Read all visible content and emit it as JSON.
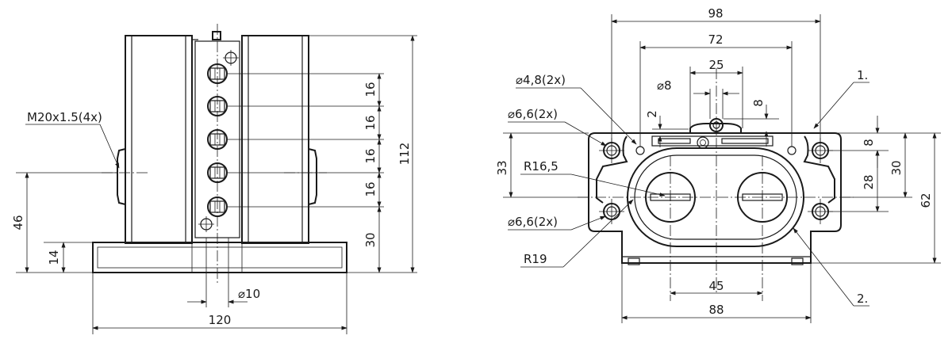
{
  "colors": {
    "ink": "#1a1a1a",
    "background": "#ffffff"
  },
  "side_view": {
    "thread_label": "M20x1.5(4x)",
    "dims": {
      "pitch_1": "16",
      "pitch_2": "16",
      "pitch_3": "16",
      "pitch_4": "16",
      "base_to_first": "30",
      "height_total": "112",
      "axis_height": "46",
      "base_height": "14",
      "roller_dia": "⌀10",
      "width_total": "120"
    }
  },
  "front_view": {
    "dims": {
      "outer_width": "98",
      "inner_width": "72",
      "cam_width": "25",
      "pin_dia": "⌀8",
      "pin_height": "8",
      "gap": "2",
      "hole_small": "⌀4,8(2x)",
      "hole_upper": "⌀6,6(2x)",
      "hole_lower": "⌀6,6(2x)",
      "radius_inner": "R16,5",
      "radius_outer": "R19",
      "height_33": "33",
      "height_8": "8",
      "height_28": "28",
      "height_30": "30",
      "height_62": "62",
      "center_dist": "45",
      "base_width": "88"
    },
    "callouts": {
      "item_1": "1.",
      "item_2": "2."
    }
  }
}
